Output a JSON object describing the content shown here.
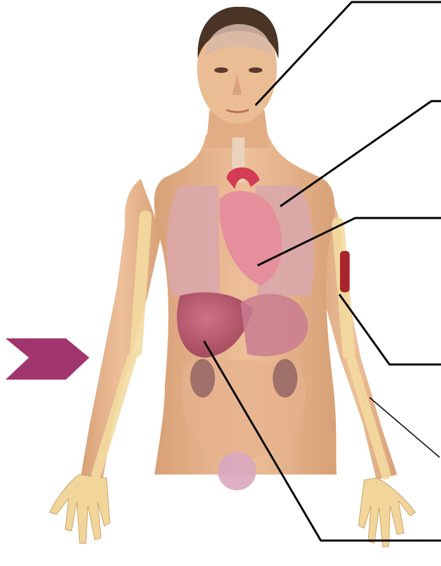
{
  "figure": {
    "subject": "human-anatomy-torso",
    "label_lines": [
      {
        "target": "brain"
      },
      {
        "target": "lungs"
      },
      {
        "target": "heart"
      },
      {
        "target": "bone-marrow"
      },
      {
        "target": "bone"
      },
      {
        "target": "liver"
      }
    ],
    "arrow": {
      "color": "#a1366e",
      "direction": "right"
    }
  },
  "colors": {
    "skin": "#e8b88e",
    "skin_shadow": "#d59a6f",
    "lung": "#d9a7aa",
    "heart": "#e58f9c",
    "aorta": "#d43b55",
    "liver": "#b5566b",
    "bone": "#f3dba0",
    "marrow": "#a8242b",
    "line": "#000000",
    "hair": "#4a3425",
    "brain": "#d7b9a8"
  }
}
